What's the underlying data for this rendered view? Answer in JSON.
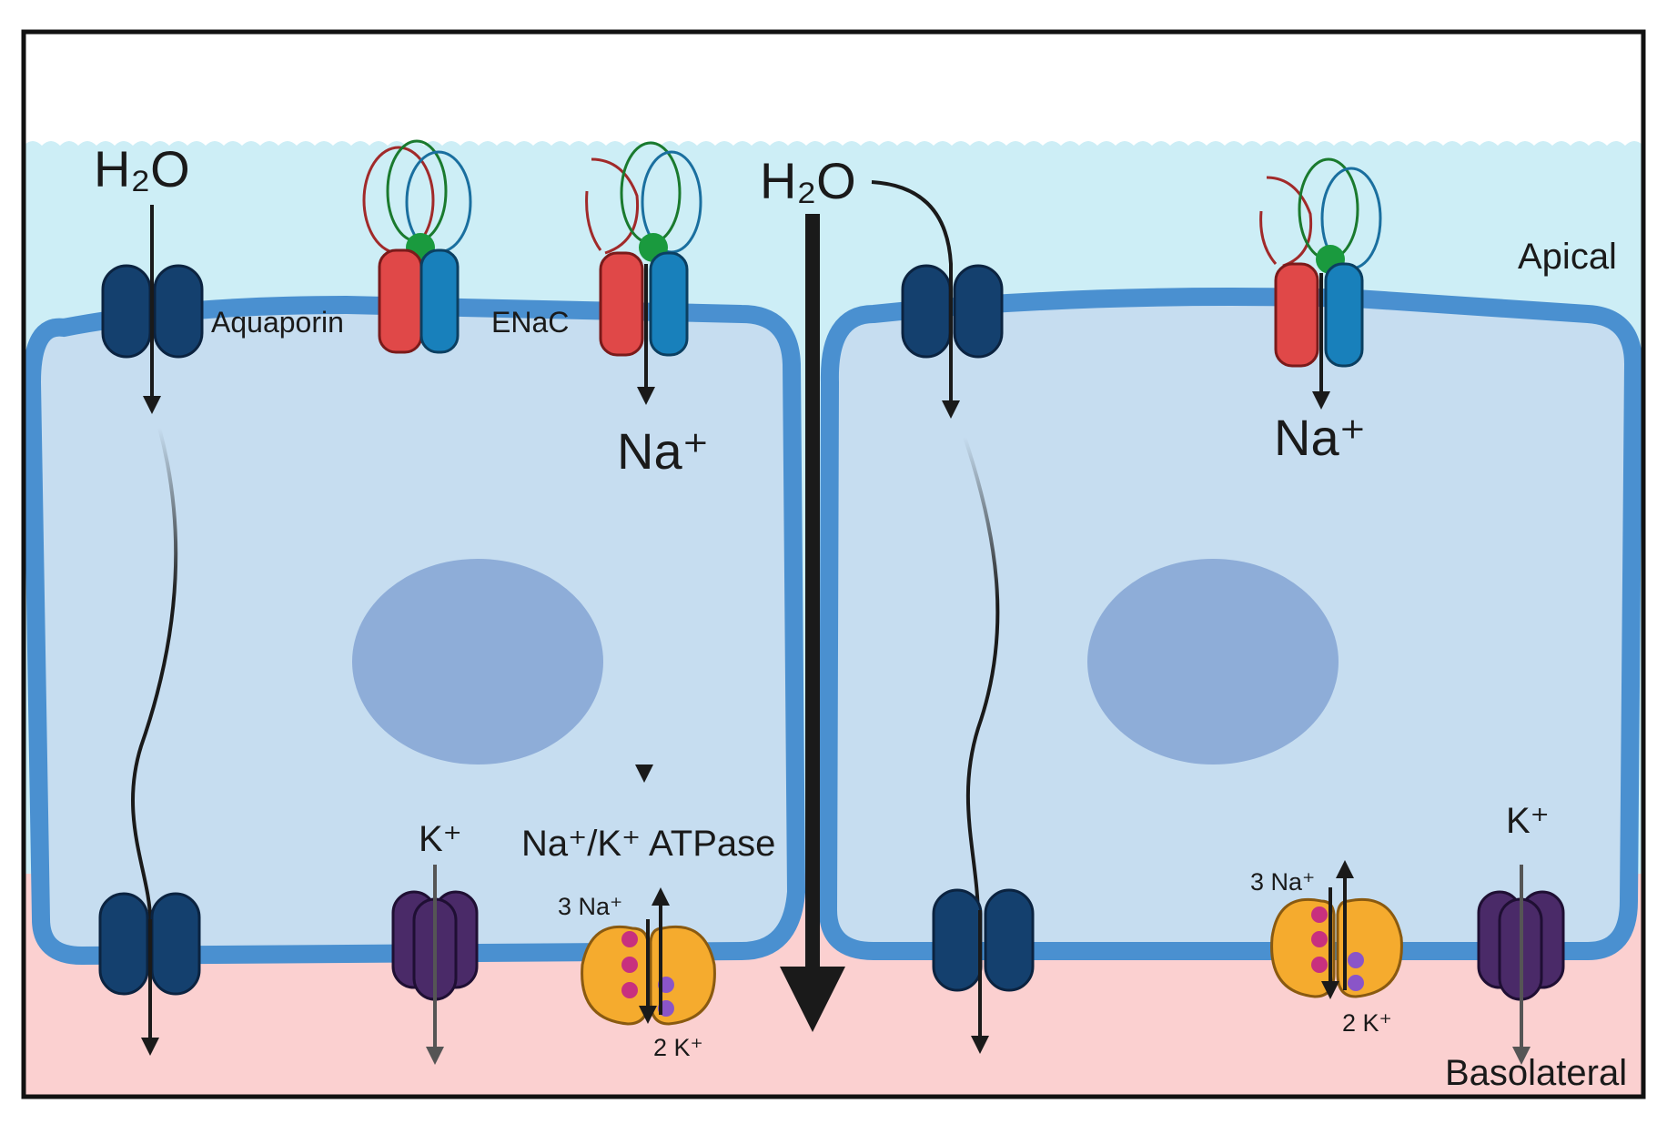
{
  "labels": {
    "h2o_left": "H₂O",
    "h2o_center": "H₂O",
    "aquaporin": "Aquaporin",
    "enac": "ENaC",
    "na_left": "Na⁺",
    "na_right": "Na⁺",
    "atpase": "Na⁺/K⁺ ATPase",
    "k_left": "K⁺",
    "k_right": "K⁺",
    "three_na_left": "3 Na⁺",
    "three_na_right": "3 Na⁺",
    "two_k_left": "2 K⁺",
    "two_k_right": "2 K⁺",
    "apical": "Apical",
    "basolateral": "Basolateral"
  },
  "colors": {
    "apical_fluid": "#cdeef6",
    "basolateral_fluid": "#fbd0d0",
    "cell_body": "#c6ddf0",
    "cell_membrane": "#4a90d0",
    "nucleus": "#8eadd8",
    "aquaporin": "#14406e",
    "enac_red": "#e04848",
    "enac_blue": "#1880bb",
    "enac_green": "#1a9a3e",
    "k_channel": "#4a2a68",
    "atpase": "#f5ab2e",
    "na_ion": "#c8307e",
    "k_ion": "#8a55c8"
  }
}
